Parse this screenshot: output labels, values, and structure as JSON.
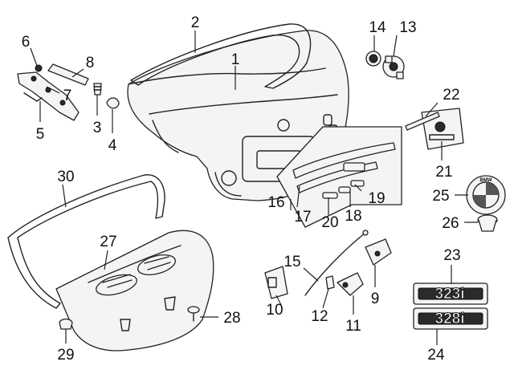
{
  "callouts": {
    "c1": "1",
    "c2": "2",
    "c3": "3",
    "c4": "4",
    "c5": "5",
    "c6": "6",
    "c7": "7",
    "c8": "8",
    "c9": "9",
    "c10": "10",
    "c11": "11",
    "c12": "12",
    "c13": "13",
    "c14": "14",
    "c15": "15",
    "c16": "16",
    "c17": "17",
    "c18": "18",
    "c19": "19",
    "c20": "20",
    "c21": "21",
    "c22": "22",
    "c23": "23",
    "c24": "24",
    "c25": "25",
    "c26": "26",
    "c27": "27",
    "c28": "28",
    "c29": "29",
    "c30": "30"
  },
  "emblem": {
    "text": "BMW"
  },
  "badges": {
    "top": "323i",
    "bottom": "328i"
  },
  "colors": {
    "line": "#222222",
    "fill": "#f4f4f4",
    "background": "#ffffff"
  }
}
